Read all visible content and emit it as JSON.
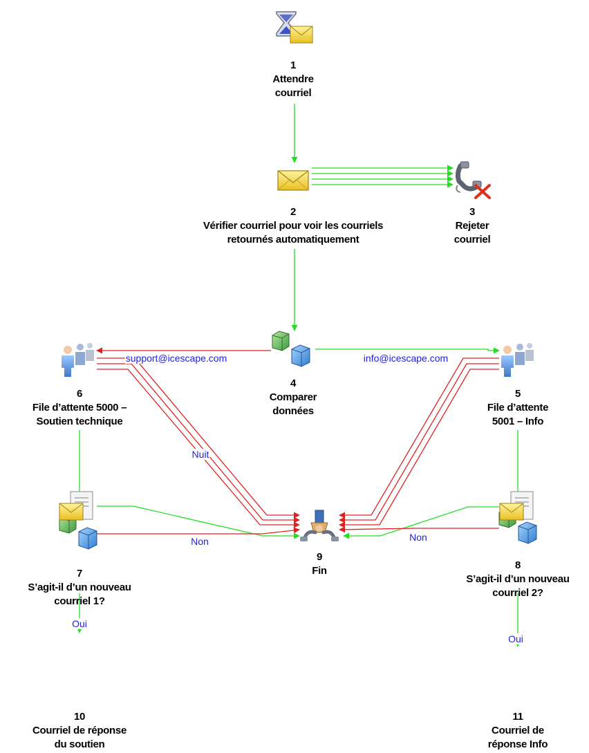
{
  "nodes": [
    {
      "id": "1",
      "icon": "hourglass-envelope-icon",
      "lines": [
        "Attendre",
        "courriel"
      ]
    },
    {
      "id": "2",
      "icon": "envelope-icon",
      "lines": [
        "Vérifier courriel pour voir les courriels",
        "retournés automatiquement"
      ]
    },
    {
      "id": "3",
      "icon": "phone-reject-icon",
      "lines": [
        "Rejeter",
        "courriel"
      ]
    },
    {
      "id": "4",
      "icon": "compare-cubes-icon",
      "lines": [
        "Comparer",
        "données"
      ]
    },
    {
      "id": "5",
      "icon": "people-queue-icon",
      "lines": [
        "File d’attente",
        "5001 – Info"
      ]
    },
    {
      "id": "6",
      "icon": "people-queue-icon",
      "lines": [
        "File d’attente 5000 –",
        "Soutien technique"
      ]
    },
    {
      "id": "7",
      "icon": "compare-cubes-icon",
      "lines": [
        "S’agit-il d’un nouveau",
        "courriel 1?"
      ]
    },
    {
      "id": "8",
      "icon": "compare-cubes-icon",
      "lines": [
        "S’agit-il d’un nouveau",
        "courriel 2?"
      ]
    },
    {
      "id": "9",
      "icon": "end-phone-icon",
      "lines": [
        "Fin"
      ]
    },
    {
      "id": "10",
      "icon": "reply-email-icon",
      "lines": [
        "Courriel de réponse",
        "du soutien"
      ]
    },
    {
      "id": "11",
      "icon": "reply-email-icon",
      "lines": [
        "Courriel de",
        "réponse Info"
      ]
    }
  ],
  "edge_labels": {
    "support": "support@icescape.com",
    "info": "info@icescape.com",
    "nuit": "Nuit",
    "non_left": "Non",
    "non_right": "Non",
    "oui_left": "Oui",
    "oui_right": "Oui"
  },
  "colors": {
    "success_edge": "#22dd22",
    "failure_edge": "#e02020",
    "edge_label_text": "#2020e0",
    "node_label_text": "#000000"
  }
}
